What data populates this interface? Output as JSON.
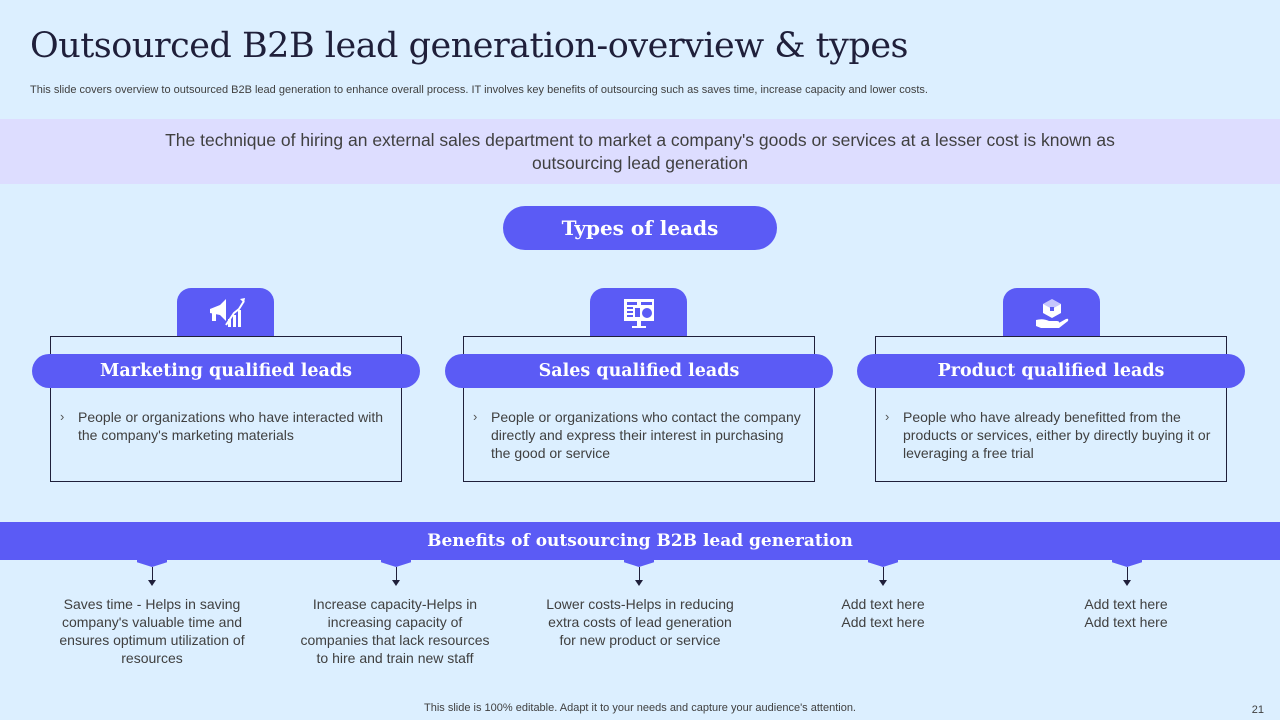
{
  "slide": {
    "title": "Outsourced B2B lead generation-overview & types",
    "subtitle": "This slide covers overview to outsourced B2B lead generation to enhance overall process. IT involves key benefits of outsourcing such as saves time, increase capacity and lower costs.",
    "banner_text": "The technique of hiring an external sales department to market a company's goods or services at a lesser cost is known as outsourcing lead generation",
    "types_heading": "Types of leads",
    "cards": [
      {
        "title": "Marketing qualified leads",
        "icon": "megaphone-growth-icon",
        "description": "People or organizations who have interacted with the company's marketing materials"
      },
      {
        "title": "Sales qualified leads",
        "icon": "sales-dashboard-icon",
        "description": "People or organizations who contact the company directly and express their interest in purchasing the good or service"
      },
      {
        "title": "Product qualified leads",
        "icon": "hand-product-icon",
        "description": "People who have already benefitted from the products or services, either by directly buying it or leveraging a free trial"
      }
    ],
    "bullet_glyph": "›",
    "benefits_heading": "Benefits of outsourcing B2B lead generation",
    "benefits": [
      "Saves time - Helps in saving company's valuable time and ensures optimum utilization of resources",
      "Increase capacity-Helps in increasing capacity of companies that lack resources to hire  and train new staff",
      "Lower costs-Helps in reducing extra costs of lead generation for new product or service",
      "Add text here\nAdd text here",
      "Add text here\nAdd text here"
    ],
    "footer": "This slide is 100% editable. Adapt it to your needs and capture your audience's attention.",
    "page_number": "21"
  },
  "colors": {
    "background": "#dcefff",
    "accent": "#5b5bf5",
    "banner": "#ddddff",
    "title": "#1f1f3a"
  }
}
